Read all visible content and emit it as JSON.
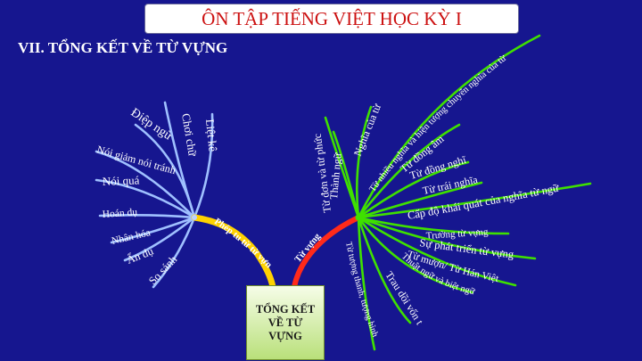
{
  "title": "ÔN TẬP TIẾNG VIỆT HỌC KỲ I",
  "subtitle": "VII. TỔNG KẾT VỀ TỪ VỰNG",
  "center": {
    "lines": [
      "TỔNG KẾT",
      "VỀ TỪ",
      "VỰNG"
    ]
  },
  "colors": {
    "background": "#16168f",
    "title_text": "#cc1111",
    "branch_left": "#ffd200",
    "branch_right": "#ff2a1a",
    "leaf_left": "#9fc0ff",
    "leaf_right": "#3fe000"
  },
  "left_branch": {
    "label": "Phép tu từ từ vựng",
    "items": [
      "Điệp ngữ",
      "Chơi chữ",
      "Liệt kê",
      "Nói giảm nói tránh",
      "Nói quá",
      "Hoán dụ",
      "Nhân hóa",
      "Ẩn dụ",
      "So sánh"
    ]
  },
  "right_branch": {
    "label": "Từ vựng",
    "items": [
      "Từ đơn và từ phức",
      "Thành ngữ",
      "Nghĩa của từ",
      "Từ nhiều nghĩa và hiện tượng chuyển nghĩa của từ",
      "Từ đồng âm",
      "Từ đồng nghĩa",
      "Từ trái nghĩa",
      "Cấp độ khái quát của nghĩa từ ngữ",
      "Trường từ vựng",
      "Sự phát triển từ vựng",
      "Từ mượn/ Từ Hán Việt",
      "Thuật ngữ và biệt ngữ xã hội",
      "Trau dồi vốn từ",
      "Từ tượng thanh, tượng hình"
    ]
  }
}
